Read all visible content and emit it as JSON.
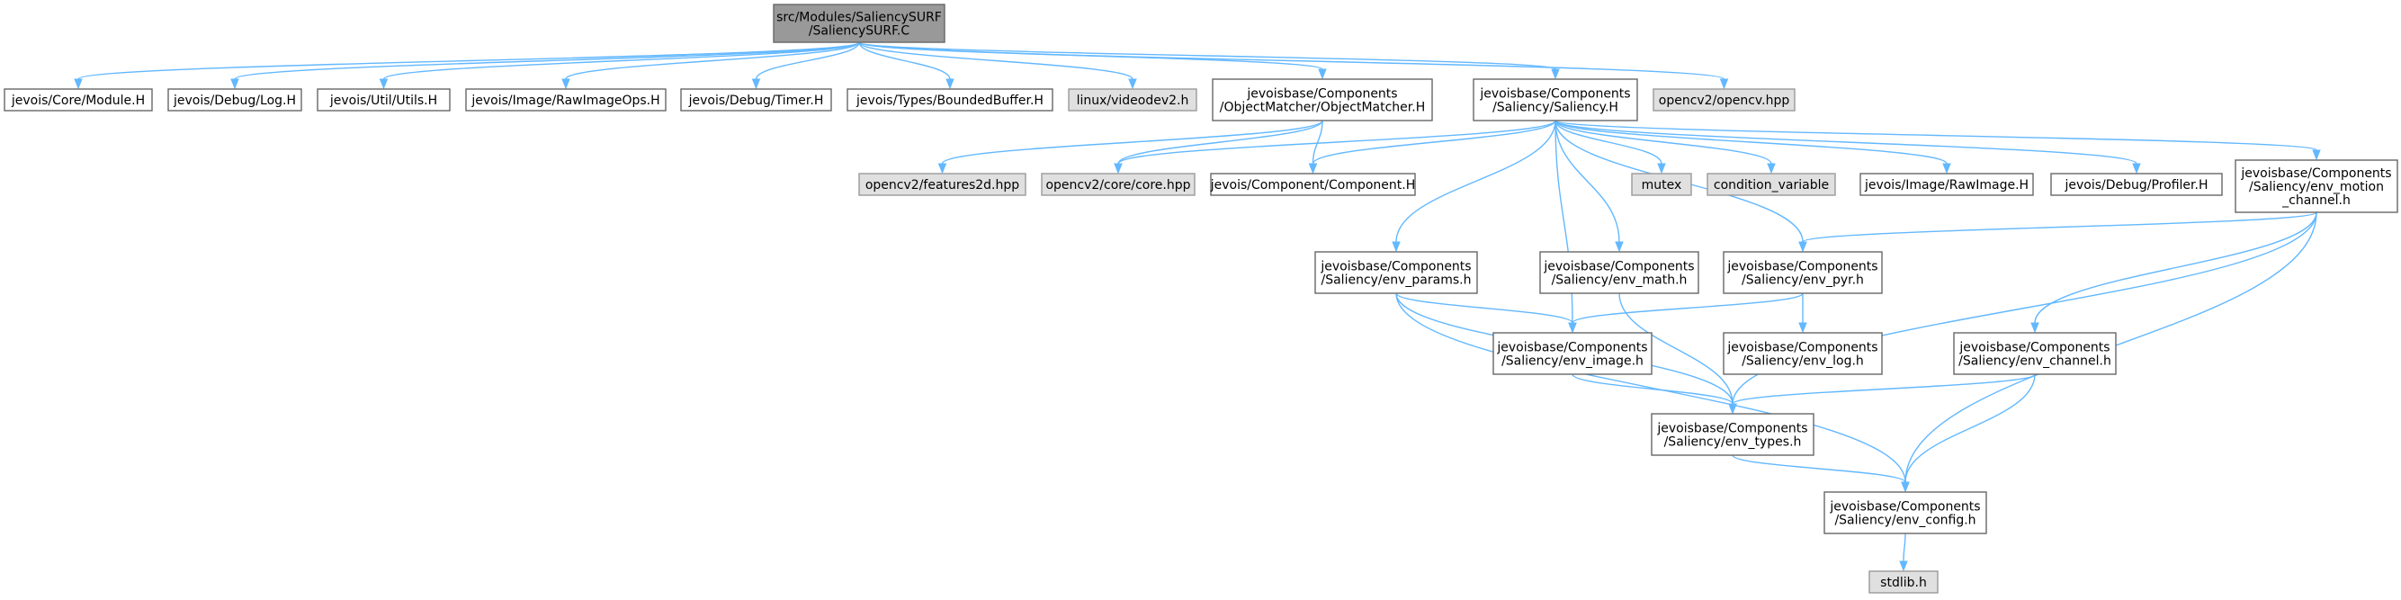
{
  "colors": {
    "edge": "#63b8ff",
    "root_fill": "#999999",
    "project_fill": "#ffffff",
    "system_fill": "#e0e0e0",
    "border_dark": "#666666",
    "border_system": "#999999"
  },
  "nodes": [
    {
      "id": "root",
      "kind": "root",
      "lines": [
        "src/Modules/SaliencySURF",
        "/SaliencySURF.C"
      ]
    },
    {
      "id": "module",
      "kind": "project",
      "lines": [
        "jevois/Core/Module.H"
      ]
    },
    {
      "id": "log",
      "kind": "project",
      "lines": [
        "jevois/Debug/Log.H"
      ]
    },
    {
      "id": "utils",
      "kind": "project",
      "lines": [
        "jevois/Util/Utils.H"
      ]
    },
    {
      "id": "rawimageops",
      "kind": "project",
      "lines": [
        "jevois/Image/RawImageOps.H"
      ]
    },
    {
      "id": "timer",
      "kind": "project",
      "lines": [
        "jevois/Debug/Timer.H"
      ]
    },
    {
      "id": "boundedbuffer",
      "kind": "project",
      "lines": [
        "jevois/Types/BoundedBuffer.H"
      ]
    },
    {
      "id": "videodev2",
      "kind": "system",
      "lines": [
        "linux/videodev2.h"
      ]
    },
    {
      "id": "objectmatcher",
      "kind": "project",
      "lines": [
        "jevoisbase/Components",
        "/ObjectMatcher/ObjectMatcher.H"
      ]
    },
    {
      "id": "saliency",
      "kind": "project",
      "lines": [
        "jevoisbase/Components",
        "/Saliency/Saliency.H"
      ]
    },
    {
      "id": "opencv",
      "kind": "system",
      "lines": [
        "opencv2/opencv.hpp"
      ]
    },
    {
      "id": "features2d",
      "kind": "system",
      "lines": [
        "opencv2/features2d.hpp"
      ]
    },
    {
      "id": "corehpp",
      "kind": "system",
      "lines": [
        "opencv2/core/core.hpp"
      ]
    },
    {
      "id": "component",
      "kind": "project",
      "lines": [
        "jevois/Component/Component.H"
      ]
    },
    {
      "id": "mutex",
      "kind": "system",
      "lines": [
        "mutex"
      ]
    },
    {
      "id": "condvar",
      "kind": "system",
      "lines": [
        "condition_variable"
      ]
    },
    {
      "id": "rawimage",
      "kind": "project",
      "lines": [
        "jevois/Image/RawImage.H"
      ]
    },
    {
      "id": "profiler",
      "kind": "project",
      "lines": [
        "jevois/Debug/Profiler.H"
      ]
    },
    {
      "id": "motion",
      "kind": "project",
      "lines": [
        "jevoisbase/Components",
        "/Saliency/env_motion",
        "_channel.h"
      ]
    },
    {
      "id": "params",
      "kind": "project",
      "lines": [
        "jevoisbase/Components",
        "/Saliency/env_params.h"
      ]
    },
    {
      "id": "math",
      "kind": "project",
      "lines": [
        "jevoisbase/Components",
        "/Saliency/env_math.h"
      ]
    },
    {
      "id": "pyr",
      "kind": "project",
      "lines": [
        "jevoisbase/Components",
        "/Saliency/env_pyr.h"
      ]
    },
    {
      "id": "image",
      "kind": "project",
      "lines": [
        "jevoisbase/Components",
        "/Saliency/env_image.h"
      ]
    },
    {
      "id": "envlog",
      "kind": "project",
      "lines": [
        "jevoisbase/Components",
        "/Saliency/env_log.h"
      ]
    },
    {
      "id": "channel",
      "kind": "project",
      "lines": [
        "jevoisbase/Components",
        "/Saliency/env_channel.h"
      ]
    },
    {
      "id": "types",
      "kind": "project",
      "lines": [
        "jevoisbase/Components",
        "/Saliency/env_types.h"
      ]
    },
    {
      "id": "config",
      "kind": "project",
      "lines": [
        "jevoisbase/Components",
        "/Saliency/env_config.h"
      ]
    },
    {
      "id": "stdlib",
      "kind": "system",
      "lines": [
        "stdlib.h"
      ]
    }
  ],
  "edges": [
    [
      "root",
      "module"
    ],
    [
      "root",
      "log"
    ],
    [
      "root",
      "utils"
    ],
    [
      "root",
      "rawimageops"
    ],
    [
      "root",
      "timer"
    ],
    [
      "root",
      "boundedbuffer"
    ],
    [
      "root",
      "videodev2"
    ],
    [
      "root",
      "objectmatcher"
    ],
    [
      "root",
      "saliency"
    ],
    [
      "root",
      "opencv"
    ],
    [
      "objectmatcher",
      "features2d"
    ],
    [
      "objectmatcher",
      "corehpp"
    ],
    [
      "objectmatcher",
      "component"
    ],
    [
      "saliency",
      "corehpp"
    ],
    [
      "saliency",
      "component"
    ],
    [
      "saliency",
      "mutex"
    ],
    [
      "saliency",
      "condvar"
    ],
    [
      "saliency",
      "rawimage"
    ],
    [
      "saliency",
      "profiler"
    ],
    [
      "saliency",
      "motion"
    ],
    [
      "saliency",
      "params"
    ],
    [
      "saliency",
      "math"
    ],
    [
      "saliency",
      "pyr"
    ],
    [
      "saliency",
      "image"
    ],
    [
      "motion",
      "pyr"
    ],
    [
      "motion",
      "channel"
    ],
    [
      "motion",
      "types"
    ],
    [
      "motion",
      "config"
    ],
    [
      "params",
      "image"
    ],
    [
      "params",
      "types"
    ],
    [
      "params",
      "config"
    ],
    [
      "math",
      "types"
    ],
    [
      "pyr",
      "image"
    ],
    [
      "pyr",
      "envlog"
    ],
    [
      "image",
      "types"
    ],
    [
      "channel",
      "types"
    ],
    [
      "channel",
      "config"
    ],
    [
      "types",
      "config"
    ],
    [
      "config",
      "stdlib"
    ]
  ]
}
